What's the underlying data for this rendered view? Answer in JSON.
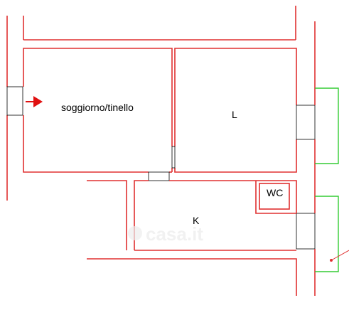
{
  "colors": {
    "wall": "#e03030",
    "door": "#000000",
    "balcony": "#33cc33",
    "arrow": "#e01010",
    "watermark": "#e6e6e6"
  },
  "rooms": {
    "living": {
      "label": "soggiorno/tinello"
    },
    "bedroom": {
      "label": "L"
    },
    "kitchen": {
      "label": "K"
    },
    "wc": {
      "label": "WC"
    }
  },
  "watermark": {
    "text": "casa.it"
  },
  "icons": {
    "entrance": "entrance-arrow-icon",
    "watermark_logo": "casa-logo-icon"
  }
}
